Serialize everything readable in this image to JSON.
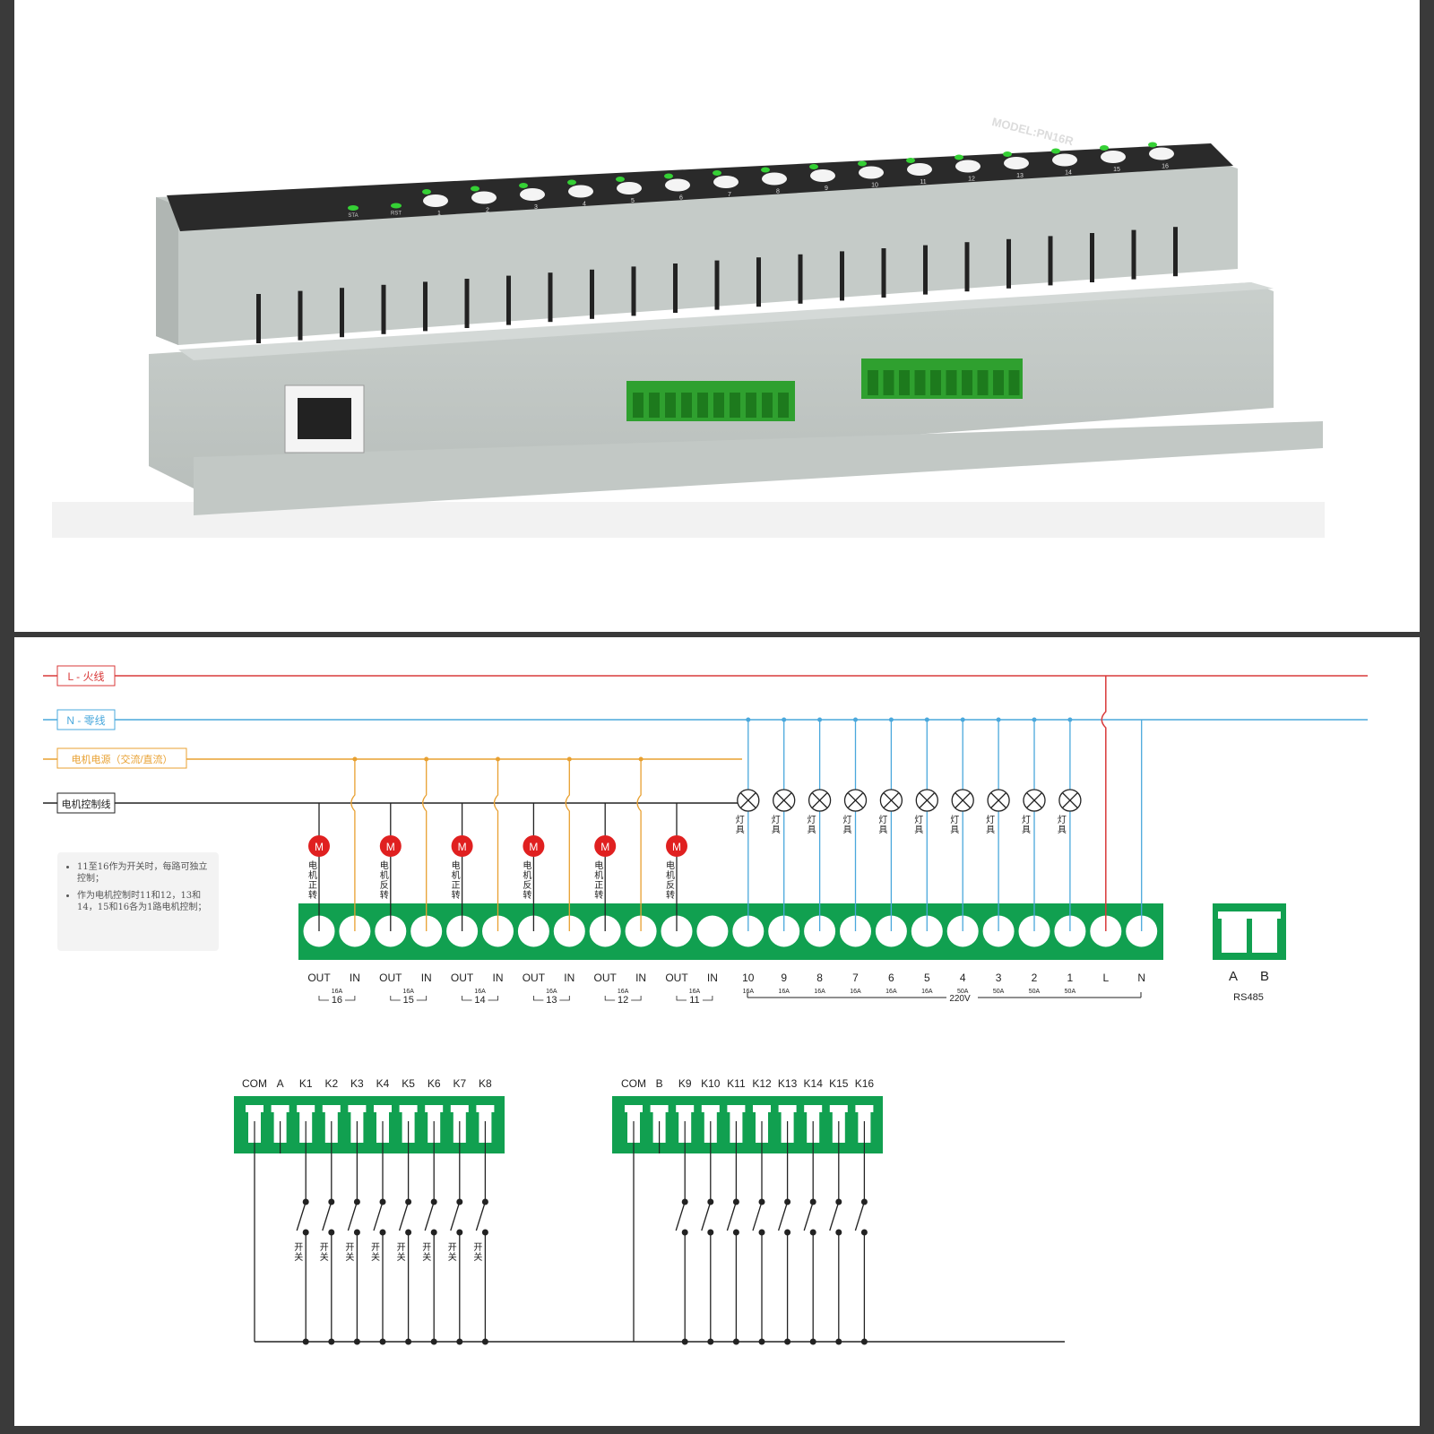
{
  "device": {
    "model_label": "MODEL:PN16R",
    "led_labels": [
      "STA",
      "RST"
    ],
    "button_labels": [
      "1",
      "2",
      "3",
      "4",
      "5",
      "6",
      "7",
      "8",
      "9",
      "10",
      "11",
      "12",
      "13",
      "14",
      "15",
      "16"
    ]
  },
  "wires": {
    "live": "L - 火线",
    "neutral": "N - 零线",
    "motor_power": "电机电源（交流/直流）",
    "motor_control": "电机控制线"
  },
  "notes": [
    "11至16作为开关时，每路可独立控制；",
    "作为电机控制时11和12，13和14，15和16各为1路电机控制；"
  ],
  "motors": {
    "symbol": "M",
    "labels": [
      "电机正转",
      "电机反转",
      "电机正转",
      "电机反转",
      "电机正转",
      "电机反转"
    ]
  },
  "lamp_label": "灯具",
  "terminals": {
    "motor_pairs": [
      {
        "out": "OUT",
        "in": "IN",
        "rating": "16A",
        "channel": "16"
      },
      {
        "out": "OUT",
        "in": "IN",
        "rating": "16A",
        "channel": "15"
      },
      {
        "out": "OUT",
        "in": "IN",
        "rating": "16A",
        "channel": "14"
      },
      {
        "out": "OUT",
        "in": "IN",
        "rating": "16A",
        "channel": "13"
      },
      {
        "out": "OUT",
        "in": "IN",
        "rating": "16A",
        "channel": "12"
      },
      {
        "out": "OUT",
        "in": "IN",
        "rating": "16A",
        "channel": "11"
      }
    ],
    "channels": [
      {
        "label": "10",
        "rating": "16A"
      },
      {
        "label": "9",
        "rating": "16A"
      },
      {
        "label": "8",
        "rating": "16A"
      },
      {
        "label": "7",
        "rating": "16A"
      },
      {
        "label": "6",
        "rating": "16A"
      },
      {
        "label": "5",
        "rating": "16A"
      },
      {
        "label": "4",
        "rating": "50A"
      },
      {
        "label": "3",
        "rating": "50A"
      },
      {
        "label": "2",
        "rating": "50A"
      },
      {
        "label": "1",
        "rating": "50A"
      }
    ],
    "power": [
      "L",
      "N"
    ],
    "voltage": "220V"
  },
  "rs485": {
    "a": "A",
    "b": "B",
    "label": "RS485"
  },
  "connector1": {
    "labels": [
      "COM",
      "A",
      "K1",
      "K2",
      "K3",
      "K4",
      "K5",
      "K6",
      "K7",
      "K8"
    ]
  },
  "connector2": {
    "labels": [
      "COM",
      "B",
      "K9",
      "K10",
      "K11",
      "K12",
      "K13",
      "K14",
      "K15",
      "K16"
    ]
  },
  "switch_label": "开关",
  "colors": {
    "live": "#d93a3a",
    "neutral": "#4aa8dc",
    "motor_power": "#e8a030",
    "control": "#222222",
    "terminal_green": "#11a050",
    "motor_red": "#e02020"
  }
}
